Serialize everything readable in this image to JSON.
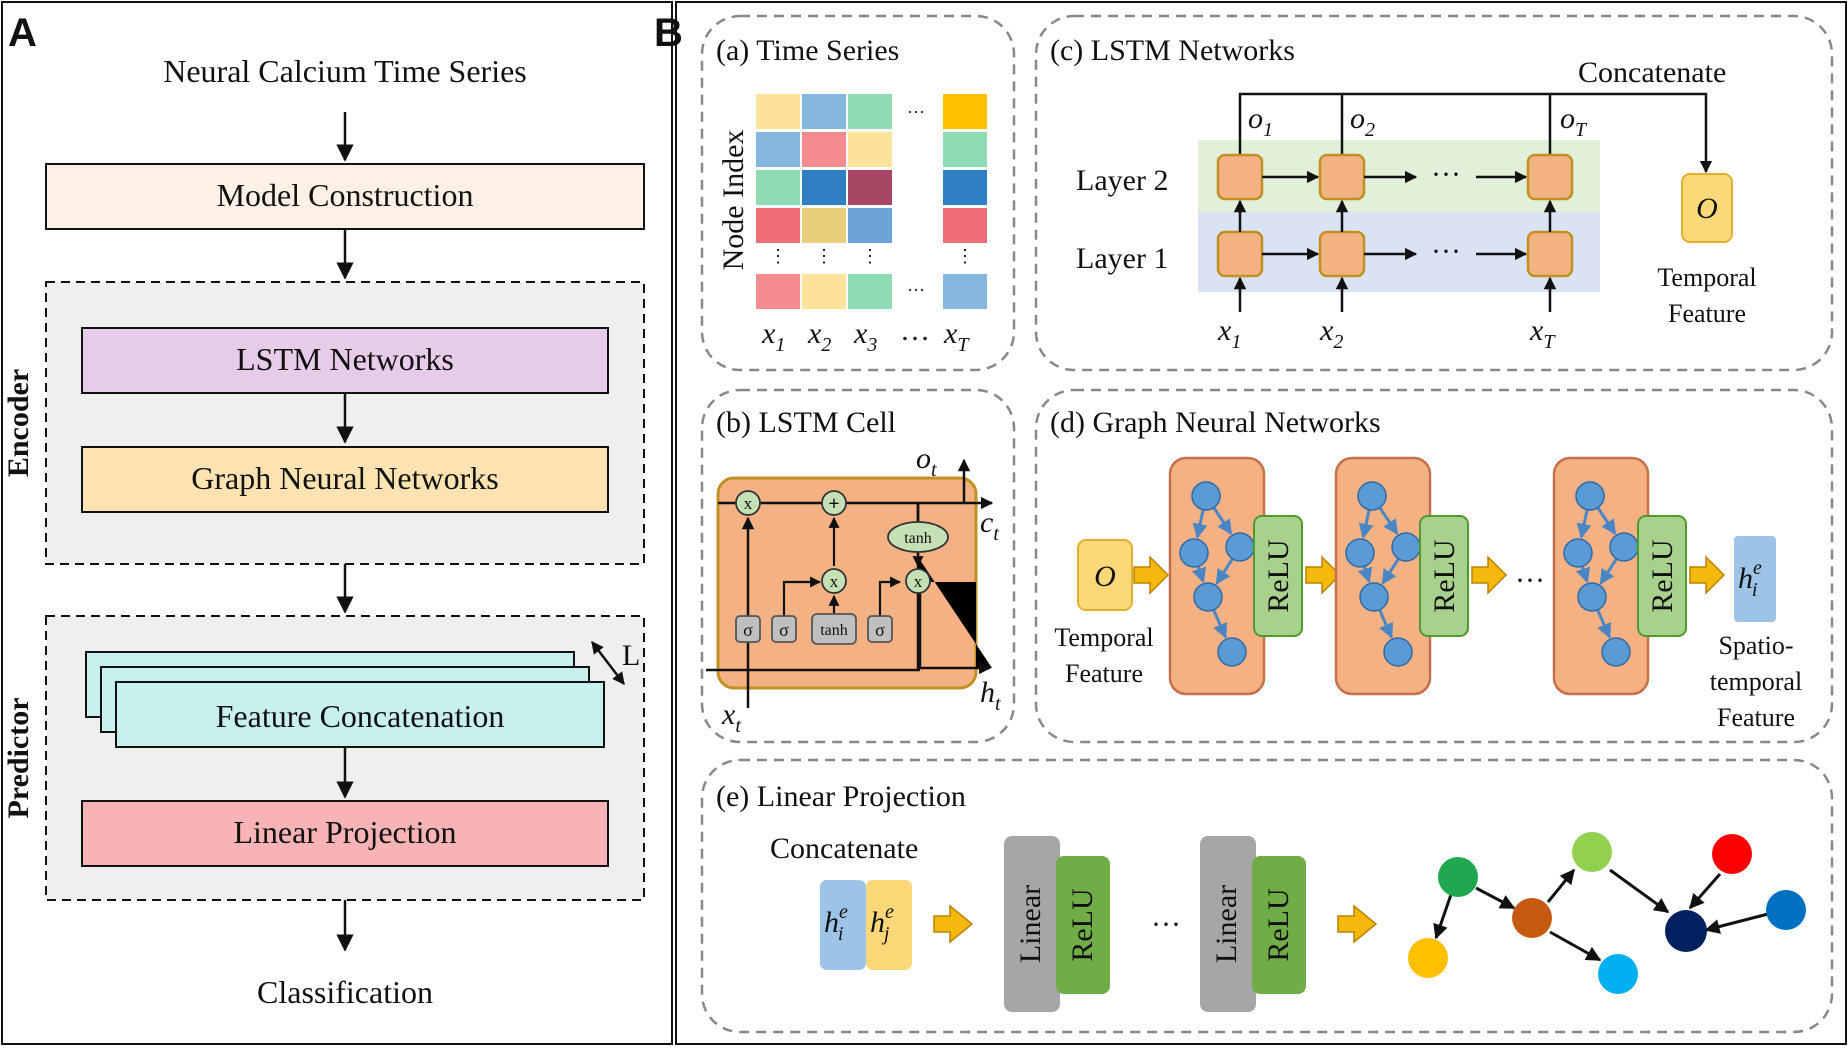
{
  "panel_a": {
    "letter": "A",
    "input_label": "Neural Calcium Time Series",
    "model_construction": "Model Construction",
    "encoder_label": "Encoder",
    "lstm_networks": "LSTM Networks",
    "graph_neural_networks": "Graph Neural Networks",
    "predictor_label": "Predictor",
    "feature_concatenation": "Feature Concatenation",
    "repeat_label": "L",
    "linear_projection": "Linear Projection",
    "output_label": "Classification",
    "colors": {
      "model_construction": "#fdf0e4",
      "lstm": "#e6cce9",
      "gnn": "#fde3b1",
      "feature_concat": "#c8f0ef",
      "linear_projection": "#f7b3b5",
      "group_bg": "#efefef"
    }
  },
  "panel_b": {
    "letter": "B",
    "time_series": {
      "title": "(a) Time Series",
      "y_axis": "Node Index",
      "x_labels": [
        "x",
        "x",
        "x",
        "…",
        "x"
      ],
      "x_subs": [
        "1",
        "2",
        "3",
        "",
        "T"
      ],
      "ellipsis": "···",
      "vdots": "⋮",
      "grid_colors": [
        [
          "#fde29a",
          "#86b8df",
          "#8fdbb3",
          "#ffc000"
        ],
        [
          "#86b8df",
          "#f48b8f",
          "#fde29a",
          "#8fdbb3"
        ],
        [
          "#8fdbb3",
          "#2e7fc3",
          "#a84764",
          "#2e7fc3"
        ],
        [
          "#ef6e77",
          "#e8d07a",
          "#6aa3d8",
          "#ef6e77"
        ],
        [
          "#f48b8f",
          "#fde29a",
          "#8fdbb3",
          "#86b8df"
        ]
      ]
    },
    "lstm_cell": {
      "title": "(b) LSTM Cell",
      "o_t": "o",
      "c_t": "c",
      "h_t": "h",
      "x_t": "x",
      "sub_t": "t",
      "tanh": "tanh",
      "sigma": "σ",
      "mult": "x",
      "plus": "+"
    },
    "lstm_networks": {
      "title": "(c) LSTM Networks",
      "concatenate": "Concatenate",
      "layer2": "Layer 2",
      "layer1": "Layer 1",
      "o_labels": [
        "o",
        "o",
        "o"
      ],
      "o_subs": [
        "1",
        "2",
        "T"
      ],
      "x_labels": [
        "x",
        "x",
        "x"
      ],
      "x_subs": [
        "1",
        "2",
        "T"
      ],
      "dots": "···",
      "output_symbol": "O",
      "temporal_feature_1": "Temporal",
      "temporal_feature_2": "Feature"
    },
    "gnn": {
      "title": "(d) Graph Neural Networks",
      "input_symbol": "O",
      "temporal_feature_1": "Temporal",
      "temporal_feature_2": "Feature",
      "relu": "ReLU",
      "dots": "···",
      "output_symbol": "h",
      "output_sub": "i",
      "output_sup": "e",
      "st_feature_1": "Spatio-",
      "st_feature_2": "temporal",
      "st_feature_3": "Feature"
    },
    "linear_projection": {
      "title": "(e) Linear Projection",
      "concatenate": "Concatenate",
      "h_i": "h",
      "h_i_sub": "i",
      "h_j": "h",
      "h_j_sub": "j",
      "sup": "e",
      "linear": "Linear",
      "relu": "ReLU",
      "dots": "···",
      "graph_node_colors": [
        "#1fa84f",
        "#ffc000",
        "#c55a11",
        "#92d050",
        "#00b0f0",
        "#002060",
        "#ff0000",
        "#0070c0"
      ]
    }
  }
}
